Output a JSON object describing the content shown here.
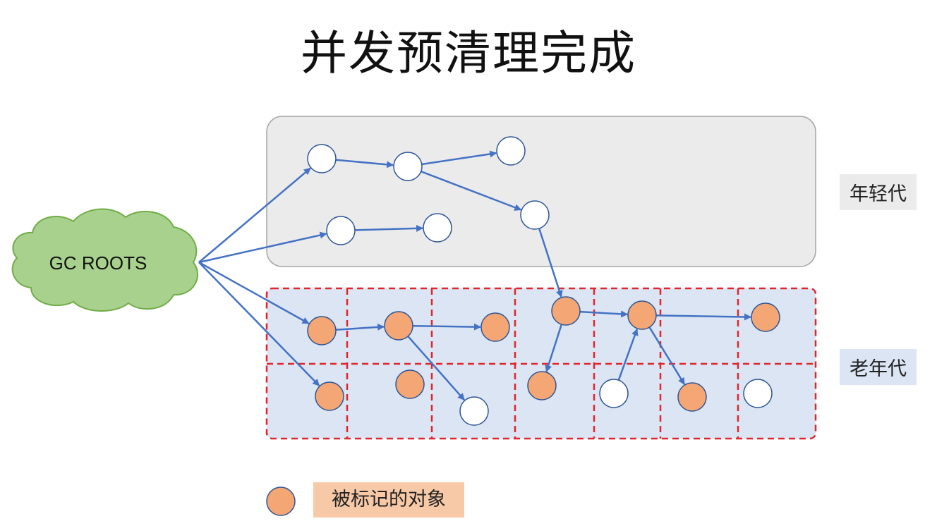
{
  "title": "并发预清理完成",
  "gc_roots_label": "GC ROOTS",
  "young_gen_label": "年轻代",
  "old_gen_label": "老年代",
  "legend": {
    "label": "被标记的对象",
    "marked_color": "#f4a674",
    "legend_background": "#f8c9a6"
  },
  "colors": {
    "arrow": "#4472c4",
    "node_border": "#2f5597",
    "card_dirty_border": "#e0262c",
    "young_gen_fill": "#ebebeb",
    "old_gen_fill": "#dbe5f3",
    "gc_roots_fill": "#a9d18e",
    "gc_roots_border": "#70ad47"
  },
  "nodes": [
    {
      "id": "y1",
      "region": "young",
      "marked": false
    },
    {
      "id": "y2",
      "region": "young",
      "marked": false
    },
    {
      "id": "y3",
      "region": "young",
      "marked": false
    },
    {
      "id": "y4",
      "region": "young",
      "marked": false
    },
    {
      "id": "y5",
      "region": "young",
      "marked": false
    },
    {
      "id": "y6",
      "region": "young",
      "marked": false
    },
    {
      "id": "o1",
      "region": "old",
      "marked": true
    },
    {
      "id": "o2",
      "region": "old",
      "marked": true
    },
    {
      "id": "o3",
      "region": "old",
      "marked": true
    },
    {
      "id": "o4",
      "region": "old",
      "marked": true
    },
    {
      "id": "o5",
      "region": "old",
      "marked": true
    },
    {
      "id": "o6",
      "region": "old",
      "marked": true
    },
    {
      "id": "o7",
      "region": "old",
      "marked": true
    },
    {
      "id": "o8",
      "region": "old",
      "marked": true
    },
    {
      "id": "o9",
      "region": "old",
      "marked": false
    },
    {
      "id": "o10",
      "region": "old",
      "marked": true
    },
    {
      "id": "o11",
      "region": "old",
      "marked": false
    },
    {
      "id": "o12",
      "region": "old",
      "marked": true
    },
    {
      "id": "o13",
      "region": "old",
      "marked": false
    }
  ],
  "edges": [
    [
      "root",
      "y1"
    ],
    [
      "root",
      "y5"
    ],
    [
      "root",
      "o1"
    ],
    [
      "root",
      "o8"
    ],
    [
      "y1",
      "y2"
    ],
    [
      "y2",
      "y3"
    ],
    [
      "y2",
      "y4"
    ],
    [
      "y5",
      "y6"
    ],
    [
      "y4",
      "o4"
    ],
    [
      "o1",
      "o2"
    ],
    [
      "o2",
      "o3"
    ],
    [
      "o2",
      "o9"
    ],
    [
      "o4",
      "o5"
    ],
    [
      "o4",
      "o10"
    ],
    [
      "o5",
      "o6"
    ],
    [
      "o5",
      "o12"
    ],
    [
      "o11",
      "o5"
    ]
  ]
}
